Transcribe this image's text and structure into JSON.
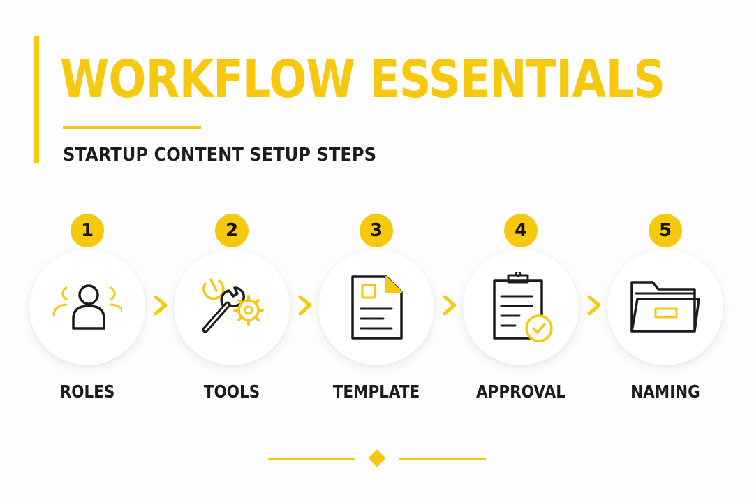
{
  "title": "WORKFLOW ESSENTIALS",
  "subtitle": "STARTUP CONTENT SETUP STEPS",
  "colors": {
    "accent": "#F6C90E",
    "text": "#1c1c1c",
    "background": "#fdfdfd"
  },
  "steps": [
    {
      "number": "1",
      "label": "ROLES",
      "icon": "users-icon"
    },
    {
      "number": "2",
      "label": "TOOLS",
      "icon": "wrench-gear-icon"
    },
    {
      "number": "3",
      "label": "TEMPLATE",
      "icon": "document-icon"
    },
    {
      "number": "4",
      "label": "APPROVAL",
      "icon": "clipboard-check-icon"
    },
    {
      "number": "5",
      "label": "NAMING",
      "icon": "folder-icon"
    }
  ]
}
